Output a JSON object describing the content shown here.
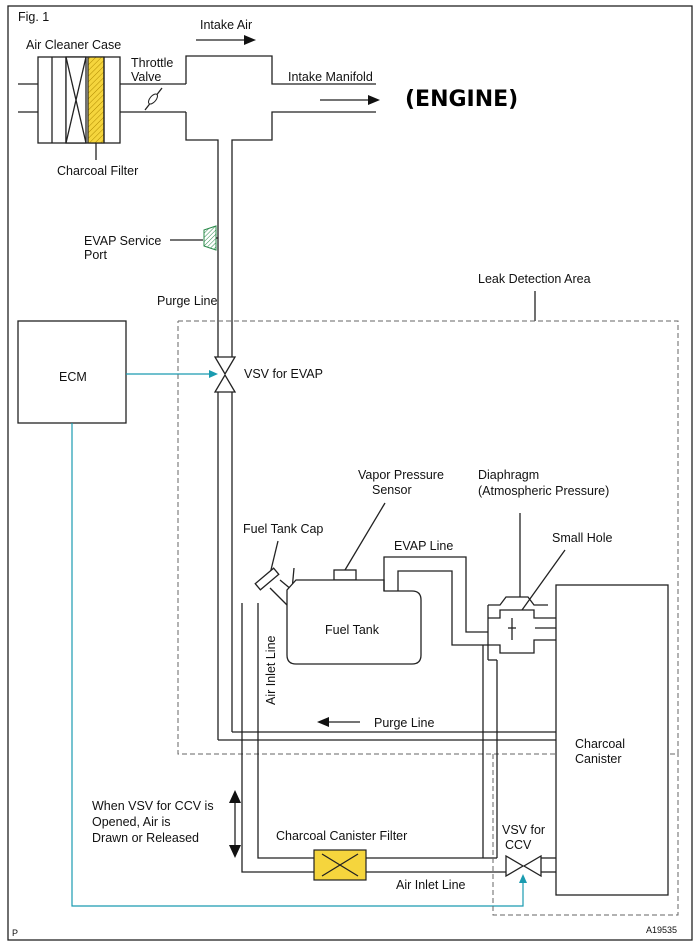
{
  "figure": {
    "fig_label": "Fig. 1",
    "engine_label": "(ENGINE)",
    "intake_air": "Intake Air",
    "air_cleaner_case": "Air Cleaner Case",
    "throttle_valve_1": "Throttle",
    "throttle_valve_2": "Valve",
    "intake_manifold": "Intake Manifold",
    "charcoal_filter": "Charcoal Filter",
    "evap_service_port_1": "EVAP Service",
    "evap_service_port_2": "Port",
    "purge_line_top": "Purge Line",
    "leak_detection_area": "Leak Detection Area",
    "ecm": "ECM",
    "vsv_evap": "VSV for EVAP",
    "vapor_pressure_sensor_1": "Vapor Pressure",
    "vapor_pressure_sensor_2": "Sensor",
    "diaphragm_1": "Diaphragm",
    "diaphragm_2": "(Atmospheric Pressure)",
    "fuel_tank_cap": "Fuel Tank Cap",
    "evap_line": "EVAP Line",
    "small_hole": "Small Hole",
    "fuel_tank": "Fuel Tank",
    "air_inlet_line_vertical": "Air Inlet Line",
    "purge_line_bottom": "Purge Line",
    "charcoal_canister_1": "Charcoal",
    "charcoal_canister_2": "Canister",
    "when_vsv_1": "When VSV for CCV is",
    "when_vsv_2": "Opened, Air is",
    "when_vsv_3": "Drawn or Released",
    "charcoal_canister_filter": "Charcoal Canister Filter",
    "vsv_ccv_1": "VSV for",
    "vsv_ccv_2": "CCV",
    "air_inlet_line_bottom": "Air Inlet Line",
    "corner_p": "P",
    "figure_code": "A19535"
  },
  "colors": {
    "signal_line": "#1a9bb0",
    "filter_fill": "#f5d53d"
  }
}
